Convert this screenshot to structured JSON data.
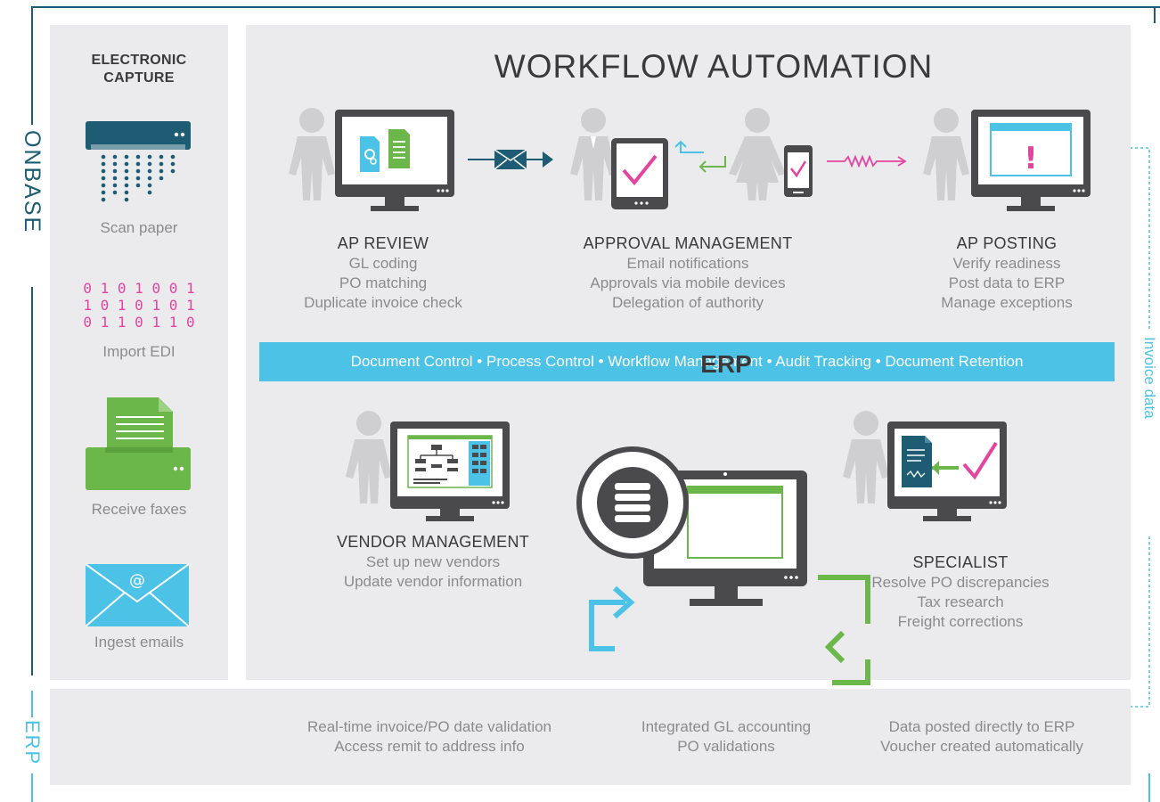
{
  "frame": {
    "onbase_label": "ONBASE",
    "erp_label": "ERP",
    "invoice_label": "Invoice data"
  },
  "capture": {
    "title": "ELECTRONIC CAPTURE",
    "items": [
      {
        "label": "Scan paper",
        "icon": "scanner-icon"
      },
      {
        "label": "Import EDI",
        "icon": "binary-icon",
        "binary": [
          "0 1 0 1 0 0 1",
          "1 0 1 0 1 0 1",
          "0 1 1 0 1 1 0"
        ]
      },
      {
        "label": "Receive faxes",
        "icon": "fax-icon"
      },
      {
        "label": "Ingest emails",
        "icon": "email-icon"
      }
    ]
  },
  "workflow": {
    "title": "WORKFLOW AUTOMATION",
    "steps": [
      {
        "title": "AP REVIEW",
        "lines": [
          "GL coding",
          "PO matching",
          "Duplicate invoice check"
        ]
      },
      {
        "title": "APPROVAL MANAGEMENT",
        "lines": [
          "Email notifications",
          "Approvals via mobile devices",
          "Delegation of authority"
        ]
      },
      {
        "title": "AP POSTING",
        "lines": [
          "Verify readiness",
          "Post data to ERP",
          "Manage exceptions"
        ]
      }
    ],
    "banner": "Document Control • Process Control • Workflow Management • Audit Tracking • Document Retention",
    "vendor": {
      "title": "VENDOR MANAGEMENT",
      "lines": [
        "Set up new vendors",
        "Update vendor information"
      ]
    },
    "erp_title": "ERP",
    "specialist": {
      "title": "SPECIALIST",
      "lines": [
        "Resolve PO discrepancies",
        "Tax research",
        "Freight corrections"
      ]
    }
  },
  "erp_row": {
    "columns": [
      {
        "lines": [
          "Real-time invoice/PO date validation",
          "Access remit to address info"
        ]
      },
      {
        "lines": [
          "Integrated GL accounting",
          "PO validations"
        ]
      },
      {
        "lines": [
          "Data posted directly to ERP",
          "Voucher created automatically"
        ]
      }
    ]
  },
  "colors": {
    "teal": "#1d5c73",
    "light_blue": "#4cc3e6",
    "green": "#6cb74a",
    "magenta": "#e2449f",
    "panel": "#ebebed",
    "grey_person": "#cfcfd1",
    "monitor": "#4a4a4c"
  }
}
